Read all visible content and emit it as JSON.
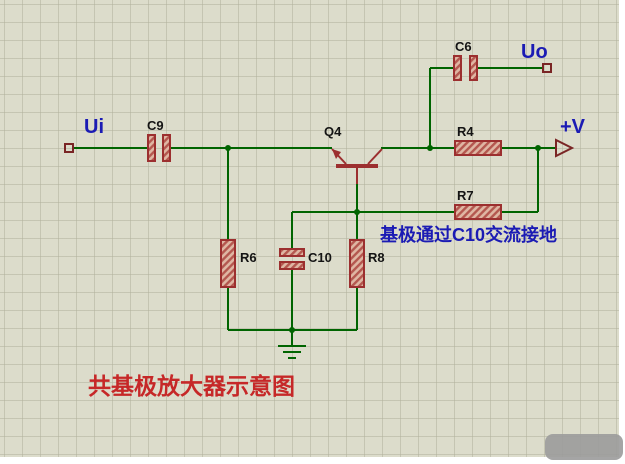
{
  "colors": {
    "background": "#dcdccb",
    "grid": "#b2b29c",
    "wire": "#006400",
    "component": "#9c2f2f",
    "reference_text": "#141414",
    "net_label_text": "#1b1bb4",
    "caption_text": "#c62828"
  },
  "terminals": {
    "input": "Ui",
    "output": "Uo",
    "power": "+V"
  },
  "components": {
    "c9": "C9",
    "c6": "C6",
    "c10": "C10",
    "q4": "Q4",
    "r4": "R4",
    "r6": "R6",
    "r7": "R7",
    "r8": "R8"
  },
  "annotation": "基极通过C10交流接地",
  "caption": "共基极放大器示意图"
}
